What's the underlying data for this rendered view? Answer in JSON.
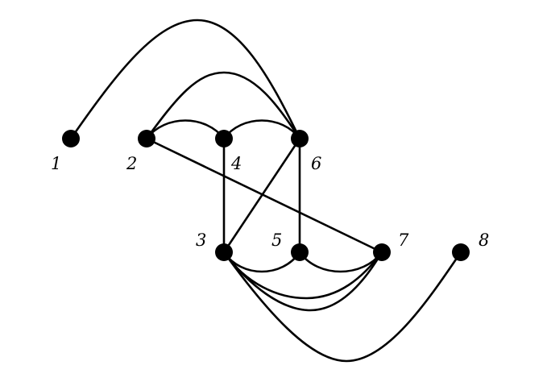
{
  "graph": {
    "nodes": [
      {
        "id": "1",
        "label": "1"
      },
      {
        "id": "2",
        "label": "2"
      },
      {
        "id": "3",
        "label": "3"
      },
      {
        "id": "4",
        "label": "4"
      },
      {
        "id": "5",
        "label": "5"
      },
      {
        "id": "6",
        "label": "6"
      },
      {
        "id": "7",
        "label": "7"
      },
      {
        "id": "8",
        "label": "8"
      }
    ],
    "edges": [
      {
        "from": "1",
        "to": "6"
      },
      {
        "from": "2",
        "to": "6"
      },
      {
        "from": "2",
        "to": "4"
      },
      {
        "from": "4",
        "to": "6"
      },
      {
        "from": "2",
        "to": "7"
      },
      {
        "from": "4",
        "to": "3"
      },
      {
        "from": "6",
        "to": "3"
      },
      {
        "from": "6",
        "to": "5"
      },
      {
        "from": "3",
        "to": "5"
      },
      {
        "from": "5",
        "to": "7"
      },
      {
        "from": "3",
        "to": "7"
      },
      {
        "from": "3",
        "to": "7"
      },
      {
        "from": "3",
        "to": "8"
      }
    ],
    "colors": {
      "edge": "#000000",
      "node": "#000000",
      "background": "#ffffff"
    }
  }
}
